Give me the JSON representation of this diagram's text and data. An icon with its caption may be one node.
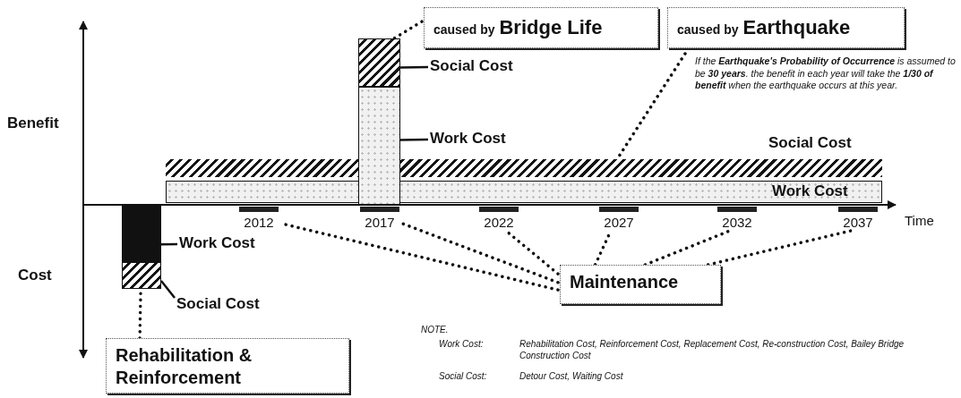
{
  "diagram": {
    "nodes": [
      {
        "text": [
          "caused by",
          "Bridge Life"
        ]
      },
      {
        "text": [
          "caused by",
          "Earthquake"
        ]
      },
      {
        "text": [],
        "shape": "bar"
      },
      {
        "text": [],
        "shape": "bar"
      },
      {
        "text": [
          "Social Cost"
        ]
      },
      {
        "text": [
          "Work Cost"
        ]
      },
      {
        "text": [],
        "shape": "bar"
      },
      {
        "text": [],
        "shape": "bar"
      },
      {
        "text": [
          "2012"
        ]
      },
      {
        "text": [
          "2017"
        ]
      },
      {
        "text": [
          "2022"
        ]
      },
      {
        "text": [
          "2027"
        ]
      },
      {
        "text": [
          "2032"
        ]
      },
      {
        "text": [
          "2037"
        ]
      },
      {
        "text": [
          "Maintenance"
        ]
      },
      {
        "text": [],
        "shape": "bar"
      },
      {
        "text": [],
        "shape": "bar"
      },
      {
        "text": [
          "Work Cost"
        ]
      },
      {
        "text": [
          "Social Cost"
        ]
      },
      {
        "text": [
          "Rehabilitation & Reinforcement"
        ]
      }
    ],
    "edges": [
      {
        "from": 0,
        "to": 2,
        "arrow": "none",
        "style": "dashed"
      },
      {
        "from": 1,
        "to": 6,
        "arrow": "none",
        "style": "dashed"
      },
      {
        "from": 4,
        "to": 2,
        "arrow": "none"
      },
      {
        "from": 5,
        "to": 3,
        "arrow": "none"
      },
      {
        "from": 14,
        "to": 8,
        "arrow": "none",
        "style": "dashed"
      },
      {
        "from": 14,
        "to": 9,
        "arrow": "none",
        "style": "dashed"
      },
      {
        "from": 14,
        "to": 10,
        "arrow": "none",
        "style": "dashed"
      },
      {
        "from": 14,
        "to": 11,
        "arrow": "none",
        "style": "dashed"
      },
      {
        "from": 14,
        "to": 12,
        "arrow": "none",
        "style": "dashed"
      },
      {
        "from": 14,
        "to": 13,
        "arrow": "none",
        "style": "dashed"
      },
      {
        "from": 17,
        "to": 15,
        "arrow": "none"
      },
      {
        "from": 18,
        "to": 16,
        "arrow": "none"
      },
      {
        "from": 19,
        "to": 16,
        "arrow": "none",
        "style": "dashed"
      }
    ],
    "labels": [
      "Benefit",
      "Cost",
      "Time",
      "Social Cost",
      "Work Cost",
      "If the **Earthquake's Probability of Occurrence** is assumed to be **30 years**. the benefit in each year will take the **1/30 of benefit** when the earthquake occurs at this year.",
      "NOTE.",
      "Work Cost:",
      "Rehabilitation Cost, Reinforcement Cost, Replacement Cost, Re-construction Cost, Bailey Bridge Construction Cost",
      "Social Cost:",
      "Detour Cost, Waiting Cost"
    ]
  }
}
